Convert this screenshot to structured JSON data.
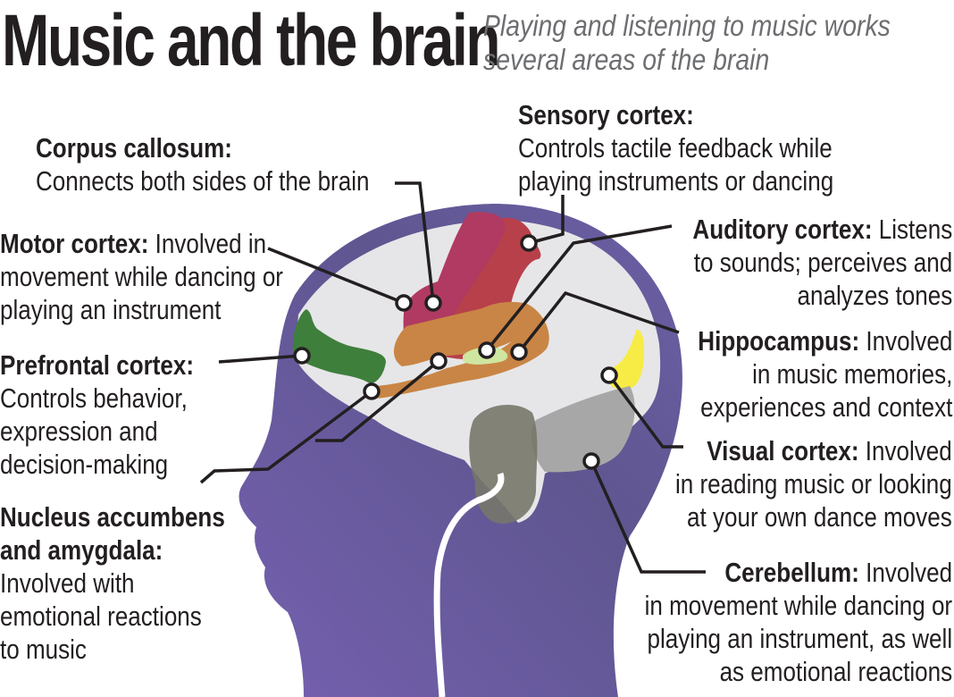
{
  "header": {
    "title": "Music and the brain",
    "subtitle_line1": "Playing and listening to music works",
    "subtitle_line2": "several areas of the brain"
  },
  "labels": {
    "corpus": {
      "name": "Corpus callosum:",
      "l1": "Connects both sides of the brain"
    },
    "sensory": {
      "name": "Sensory cortex:",
      "l1": "Controls tactile feedback while",
      "l2": "playing instruments or dancing"
    },
    "motor": {
      "name": "Motor cortex:",
      "l0": " Involved in",
      "l1": "movement while dancing or",
      "l2": "playing an instrument"
    },
    "auditory": {
      "name": "Auditory cortex:",
      "l0": " Listens",
      "l1": "to sounds; perceives and",
      "l2": "analyzes tones"
    },
    "prefrontal": {
      "name": "Prefrontal cortex:",
      "l1": "Controls behavior,",
      "l2": "expression and",
      "l3": "decision-making"
    },
    "hippocampus": {
      "name": "Hippocampus:",
      "l0": " Involved",
      "l1": "in music memories,",
      "l2": "experiences and context"
    },
    "visual": {
      "name": "Visual cortex:",
      "l0": " Involved",
      "l1": "in reading music or looking",
      "l2": "at your own dance moves"
    },
    "nucleus": {
      "name1": "Nucleus accumbens",
      "name2": "and amygdala:",
      "l1": "Involved with",
      "l2": "emotional reactions",
      "l3": "to music"
    },
    "cerebellum": {
      "name": "Cerebellum:",
      "l0": " Involved",
      "l1": "in movement while dancing or",
      "l2": "playing an instrument, as well",
      "l3": "as emotional reactions"
    }
  },
  "colors": {
    "head": "#6a5aa6",
    "brain": "#e6e6e8",
    "motor": "#b03a62",
    "sensory": "#b8404a",
    "prefrontal": "#3f7f3c",
    "limbic": "#c98545",
    "hippocampus": "#cfe6a0",
    "visual": "#f7ec45",
    "cerebellum": "#a7a7a7",
    "brainstem": "#77776a"
  }
}
